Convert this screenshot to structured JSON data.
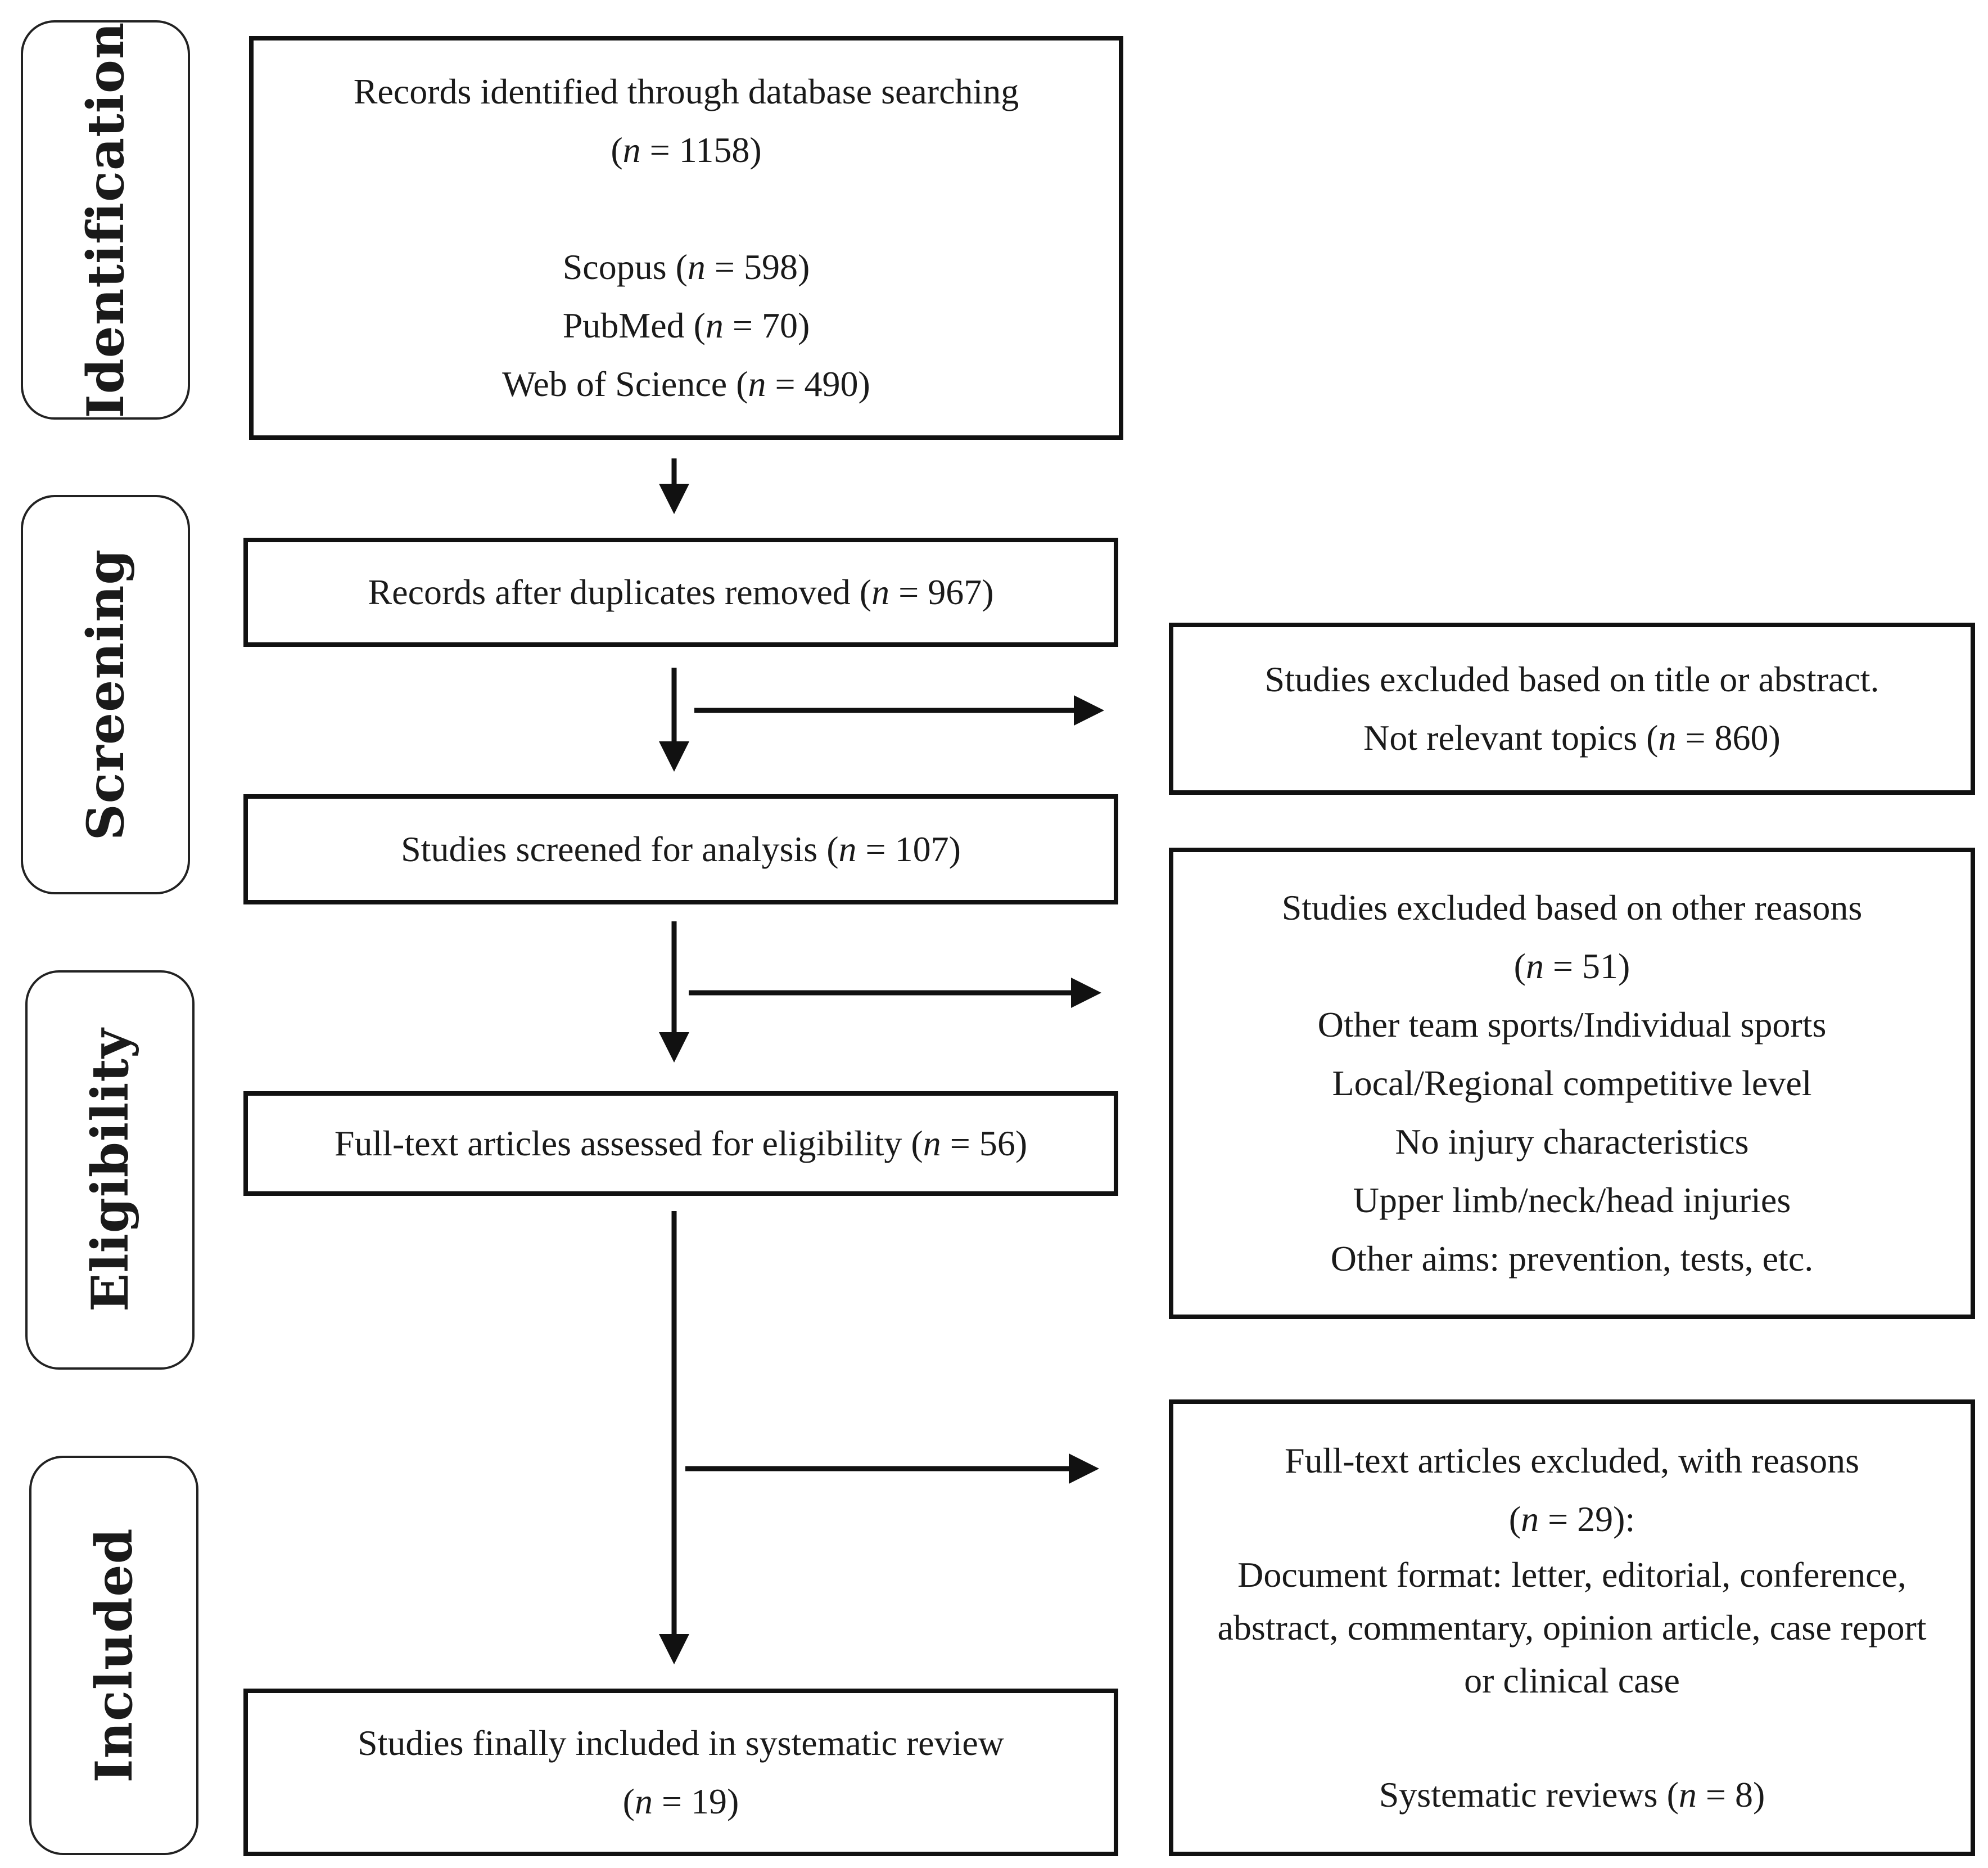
{
  "stages": {
    "identification": "Identification",
    "screening": "Screening",
    "eligibility": "Eligibility",
    "included": "Included"
  },
  "identified": {
    "line1": "Records identified through database searching",
    "count": "(n = 1158)",
    "scopus": "Scopus (n = 598)",
    "pubmed": "PubMed (n = 70)",
    "wos": "Web of Science (n = 490)"
  },
  "duplicates": {
    "text": "Records after duplicates removed (n = 967)"
  },
  "screened": {
    "text": "Studies screened for analysis (n = 107)"
  },
  "fulltext": {
    "text": "Full-text articles assessed for eligibility (n = 56)"
  },
  "included": {
    "line1": "Studies finally included in systematic review",
    "count": "(n = 19)"
  },
  "excluded_title": {
    "line1": "Studies excluded based on title or abstract.",
    "line2": "Not relevant topics (n = 860)"
  },
  "excluded_other": {
    "line1": "Studies excluded based on other reasons",
    "count": "(n = 51)",
    "reasons": [
      "Other team sports/Individual sports",
      "Local/Regional competitive level",
      "No injury characteristics",
      "Upper limb/neck/head injuries",
      "Other aims: prevention, tests, etc."
    ]
  },
  "excluded_fulltext": {
    "line1": "Full-text articles excluded, with reasons",
    "count": "(n = 29):",
    "doc_format": "Document format: letter, editorial, conference, abstract, commentary, opinion article, case report or clinical case",
    "sys_reviews": "Systematic reviews (n = 8)"
  }
}
